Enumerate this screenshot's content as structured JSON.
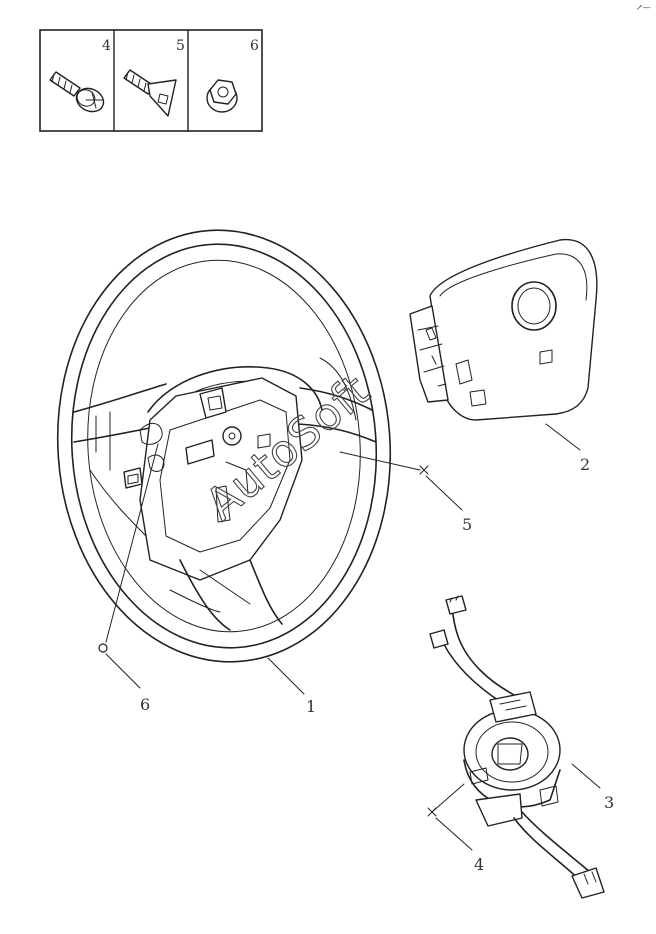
{
  "legend": {
    "cells": [
      {
        "number": "4",
        "icon": "pan-head-screw-icon"
      },
      {
        "number": "5",
        "icon": "countersunk-screw-icon"
      },
      {
        "number": "6",
        "icon": "flange-nut-icon"
      }
    ]
  },
  "callouts": [
    {
      "id": "1"
    },
    {
      "id": "2"
    },
    {
      "id": "3"
    },
    {
      "id": "4"
    },
    {
      "id": "5"
    },
    {
      "id": "6"
    }
  ],
  "watermark": "AutoSoft",
  "corner_mark": "↗—"
}
